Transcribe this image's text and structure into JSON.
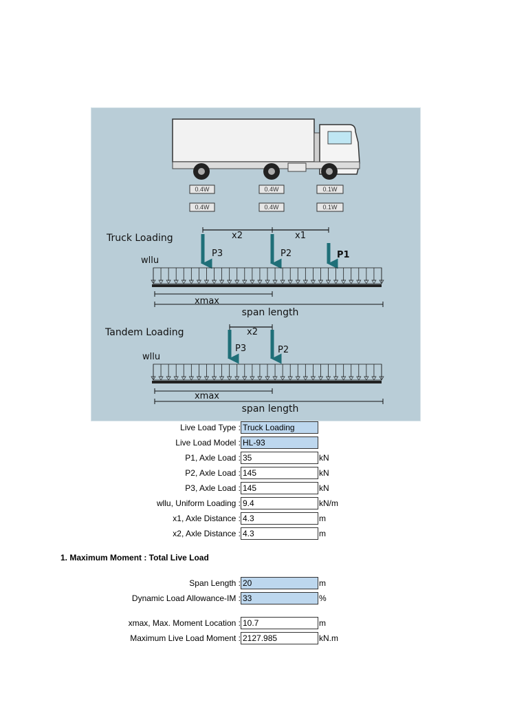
{
  "diagram": {
    "axle_labels_row1": [
      "0.4W",
      "0.4W",
      "0.1W"
    ],
    "axle_labels_row2": [
      "0.4W",
      "0.4W",
      "0.1W"
    ],
    "truck": {
      "heading": "Truck Loading",
      "x2": "x2",
      "x1": "x1",
      "p3": "P3",
      "p2": "P2",
      "p1": "P1",
      "wllu": "wllu",
      "xmax": "xmax",
      "span": "span length"
    },
    "tandem": {
      "heading": "Tandem Loading",
      "x2": "x2",
      "p3": "P3",
      "p2": "P2",
      "wllu": "wllu",
      "xmax": "xmax",
      "span": "span length"
    }
  },
  "inputs": [
    {
      "label": "Live Load Type :",
      "value": "Truck Loading",
      "unit": "",
      "highlight": true
    },
    {
      "label": "Live Load Model :",
      "value": "HL-93",
      "unit": "",
      "highlight": true
    },
    {
      "label": "P1, Axle Load :",
      "value": "35",
      "unit": "kN",
      "highlight": false
    },
    {
      "label": "P2, Axle Load :",
      "value": "145",
      "unit": "kN",
      "highlight": false
    },
    {
      "label": "P3, Axle Load :",
      "value": "145",
      "unit": "kN",
      "highlight": false
    },
    {
      "label": "wllu, Uniform Loading :",
      "value": "9.4",
      "unit": "kN/m",
      "highlight": false
    },
    {
      "label": "x1, Axle Distance :",
      "value": "4.3",
      "unit": "m",
      "highlight": false
    },
    {
      "label": "x2, Axle Distance :",
      "value": "4.3",
      "unit": "m",
      "highlight": false
    }
  ],
  "section_title": "1. Maximum Moment : Total Live Load",
  "section_rows": [
    {
      "label": "Span Length :",
      "value": "20",
      "unit": "m",
      "highlight": true
    },
    {
      "label": "Dynamic Load Allowance-IM :",
      "value": "33",
      "unit": "%",
      "highlight": true
    }
  ],
  "result_rows": [
    {
      "label": "xmax, Max. Moment Location :",
      "value": "10.7",
      "unit": "m",
      "highlight": false
    },
    {
      "label": "Maximum Live Load Moment :",
      "value": "2127.985",
      "unit": "kN.m",
      "highlight": false
    }
  ],
  "colors": {
    "diagram_bg": "#b9cdd7",
    "arrow": "#1f6f78",
    "highlight_cell": "#bdd7ee"
  }
}
